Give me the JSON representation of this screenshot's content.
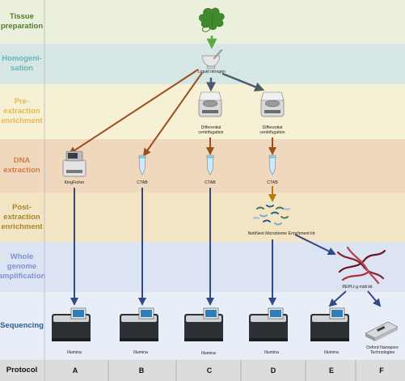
{
  "stages": [
    {
      "key": "tissue",
      "label": "Tissue\npreparation",
      "color": "#4e7d2a",
      "bg": "#ebf0dd"
    },
    {
      "key": "homog",
      "label": "Homogeni-\nsation",
      "color": "#6ab3b9",
      "bg": "#d5e6e4"
    },
    {
      "key": "preext",
      "label": "Pre-\nextraction\nenrichment",
      "color": "#e8b84d",
      "bg": "#f6f1d4"
    },
    {
      "key": "dna",
      "label": "DNA\nextraction",
      "color": "#d27e43",
      "bg": "#efd8be"
    },
    {
      "key": "postext",
      "label": "Post-\nextraction\nenrichment",
      "color": "#a9862d",
      "bg": "#f3e4c3"
    },
    {
      "key": "wga",
      "label": "Whole\ngenome\namplification",
      "color": "#7f93d1",
      "bg": "#dce3f2"
    },
    {
      "key": "seq",
      "label": "Sequencing",
      "color": "#2a5c8e",
      "bg": "#e8eef7"
    },
    {
      "key": "protocol",
      "label": "Protocol",
      "color": "#111111",
      "bg": "#dcdcdc"
    }
  ],
  "labels": {
    "liquid_nitrogen": "Liquid nitrogen",
    "diff_centrifugation_1": "Differential\ncentrifugation",
    "diff_centrifugation_2": "Differential\ncentrifugation",
    "kingfisher": "KingFisher",
    "ctab_b": "CTAB",
    "ctab_c": "CTAB",
    "ctab_d": "CTAB",
    "nebnext": "NebNext Microbiome Enrichment kit",
    "repli_g": "REPLI-g midi kit",
    "illumina_a": "Illumina",
    "illumina_b": "Illumina",
    "illumina_c": "Illumina",
    "illumina_d": "Illumina",
    "illumina_e": "Illumina",
    "nanopore": "Oxford Nanopore\nTechnologies"
  },
  "protocols": [
    "A",
    "B",
    "C",
    "D",
    "E",
    "F"
  ],
  "colors": {
    "green_arrow": "#5fa64a",
    "brown_arrow": "#9b4f1e",
    "slate_arrow": "#4a5d6a",
    "navy_arrow": "#2f4a85",
    "amber_arrow": "#b07b10"
  }
}
